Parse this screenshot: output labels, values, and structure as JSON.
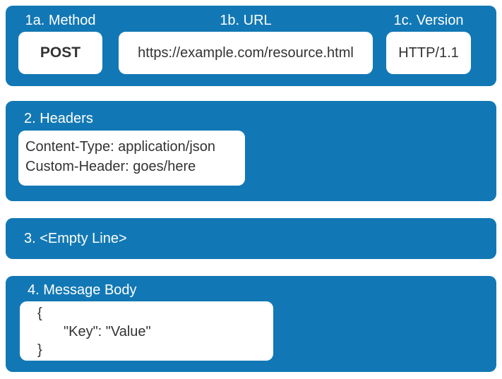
{
  "colors": {
    "band_background": "#1278B5",
    "box_background": "#FFFFFF",
    "label_text": "#FFFFFF",
    "box_text": "#333333"
  },
  "request_line": {
    "method_label": "1a. Method",
    "method_value": "POST",
    "url_label": "1b. URL",
    "url_value": "https://example.com/resource.html",
    "version_label": "1c. Version",
    "version_value": "HTTP/1.1"
  },
  "headers": {
    "label": "2. Headers",
    "lines": [
      "Content-Type: application/json",
      "Custom-Header: goes/here"
    ]
  },
  "empty_line": {
    "label": "3. <Empty Line>"
  },
  "message_body": {
    "label": "4. Message Body",
    "lines": [
      "{",
      "\"Key\": \"Value\"",
      "}"
    ]
  }
}
